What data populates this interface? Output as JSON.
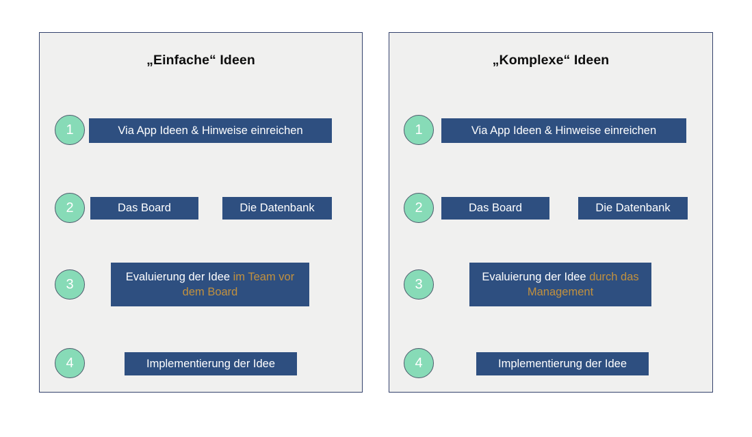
{
  "colors": {
    "box_fill": "#2E4F80",
    "box_text": "#FFFFFF",
    "highlight_text": "#C2913E",
    "circle_fill": "#87DBB7",
    "circle_border": "#4C5A6B",
    "panel_bg": "#F0F0EF",
    "panel_border": "#32406B",
    "arrow": "#2E4F80",
    "page_bg": "#FFFFFF"
  },
  "panels": [
    {
      "id": "simple",
      "title": "„Einfache“ Ideen",
      "steps": [
        {
          "number": "1",
          "boxes": [
            {
              "text": "Via App Ideen & Hinweise einreichen"
            }
          ]
        },
        {
          "number": "2",
          "boxes": [
            {
              "text": "Das Board"
            },
            {
              "text": "Die Datenbank"
            }
          ]
        },
        {
          "number": "3",
          "boxes": [
            {
              "text_plain": "Evaluierung der Idee ",
              "text_highlight": "im Team vor dem Board"
            }
          ]
        },
        {
          "number": "4",
          "boxes": [
            {
              "text": "Implementierung der Idee"
            }
          ]
        }
      ]
    },
    {
      "id": "complex",
      "title": "„Komplexe“ Ideen",
      "steps": [
        {
          "number": "1",
          "boxes": [
            {
              "text": "Via App Ideen & Hinweise einreichen"
            }
          ]
        },
        {
          "number": "2",
          "boxes": [
            {
              "text": "Das Board"
            },
            {
              "text": "Die Datenbank"
            }
          ]
        },
        {
          "number": "3",
          "boxes": [
            {
              "text_plain": "Evaluierung der Idee ",
              "text_highlight": "durch das Management"
            }
          ]
        },
        {
          "number": "4",
          "boxes": [
            {
              "text": "Implementierung der Idee"
            }
          ]
        }
      ]
    }
  ],
  "simple": {
    "title": "„Einfache“ Ideen",
    "step1": "1",
    "step2": "2",
    "step3": "3",
    "step4": "4",
    "box_submit": "Via App Ideen & Hinweise einreichen",
    "box_board": "Das Board",
    "box_database": "Die Datenbank",
    "box_eval_plain": "Evaluierung der Idee ",
    "box_eval_hl_line1": "im Team",
    "box_eval_hl_line2": "vor dem Board",
    "box_implement": "Implementierung der Idee"
  },
  "complex": {
    "title": "„Komplexe“ Ideen",
    "step1": "1",
    "step2": "2",
    "step3": "3",
    "step4": "4",
    "box_submit": "Via App Ideen & Hinweise einreichen",
    "box_board": "Das Board",
    "box_database": "Die Datenbank",
    "box_eval_plain": "Evaluierung der Idee ",
    "box_eval_hl_line1": "durch",
    "box_eval_hl_line2": "das Management",
    "box_implement": "Implementierung der Idee"
  },
  "flow": {
    "simple_edges": [
      {
        "from": "box_submit",
        "to": "box_board"
      },
      {
        "from": "box_submit",
        "to": "box_database"
      },
      {
        "from": "box_board",
        "to": "box_eval"
      },
      {
        "from": "box_eval",
        "to": "box_implement"
      }
    ],
    "complex_edges": [
      {
        "from": "box_submit",
        "to": "box_board"
      },
      {
        "from": "box_submit",
        "to": "box_database"
      },
      {
        "from": "box_database",
        "to": "box_eval"
      },
      {
        "from": "box_eval",
        "to": "box_implement"
      }
    ]
  }
}
